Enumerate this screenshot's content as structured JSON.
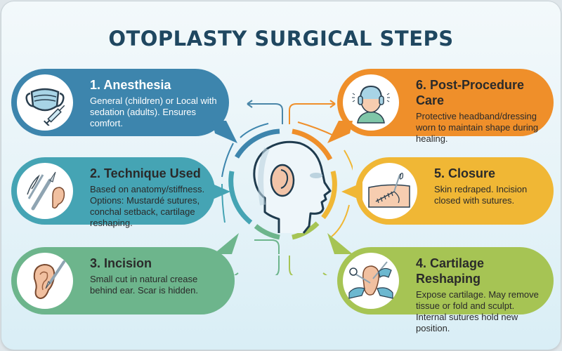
{
  "title": "OTOPLASTY SURGICAL STEPS",
  "colors": {
    "title": "#1f4760",
    "step1": "#3d85ad",
    "step2": "#45a4b4",
    "step3": "#6db58c",
    "step4": "#a6c454",
    "step5": "#f0b735",
    "step6": "#ef8f2a",
    "background": "#e6f3f8"
  },
  "steps": [
    {
      "number": 1,
      "heading": "1. Anesthesia",
      "description": "General (children) or Local with sedation (adults). Ensures comfort.",
      "icon": "mask-syringe-icon"
    },
    {
      "number": 2,
      "heading": "2. Technique Used",
      "description": "Based on anatomy/stiffness. Options: Mustardé sutures, conchal setback, cartilage reshaping.",
      "icon": "surgical-tools-ear-icon"
    },
    {
      "number": 3,
      "heading": "3. Incision",
      "description": "Small cut in natural crease behind ear. Scar is hidden.",
      "icon": "ear-scalpel-icon"
    },
    {
      "number": 4,
      "heading": "4. Cartilage Reshaping",
      "description": "Expose cartilage. May remove tissue or fold and sculpt. Internal sutures hold new position.",
      "icon": "gloved-hands-ear-icon"
    },
    {
      "number": 5,
      "heading": "5. Closure",
      "description": "Skin redraped. Incision closed with sutures.",
      "icon": "skin-suture-icon"
    },
    {
      "number": 6,
      "heading": "6. Post-Procedure Care",
      "description": "Protective headband/dressing worn to maintain shape during healing.",
      "icon": "headband-patient-icon"
    }
  ],
  "center": {
    "icon": "head-profile-ear-icon"
  }
}
